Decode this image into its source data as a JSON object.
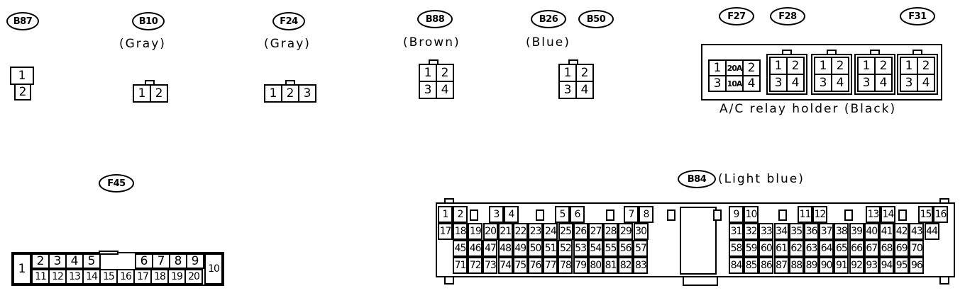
{
  "connectors": {
    "b87": {
      "tag": "B87",
      "pins": [
        "1",
        "2"
      ]
    },
    "b10": {
      "tag": "B10",
      "color": "(Gray)",
      "pins": [
        "1",
        "2"
      ]
    },
    "f24": {
      "tag": "F24",
      "color": "(Gray)",
      "pins": [
        "1",
        "2",
        "3"
      ]
    },
    "b88": {
      "tag": "B88",
      "color": "(Brown)",
      "pins": [
        "1",
        "2",
        "3",
        "4"
      ]
    },
    "b26": {
      "tag": "B26",
      "tag2": "B50",
      "color": "(Blue)",
      "pins": [
        "1",
        "2",
        "3",
        "4"
      ]
    },
    "relay": {
      "tags": [
        "F27",
        "F28",
        "F31"
      ],
      "label": "A/C relay holder (Black)",
      "fuse_a": "20A",
      "fuse_b": "10A",
      "pins": [
        "1",
        "2",
        "3",
        "4"
      ]
    },
    "f45": {
      "tag": "F45"
    },
    "b84": {
      "tag": "B84",
      "color": "(Light blue)"
    }
  }
}
